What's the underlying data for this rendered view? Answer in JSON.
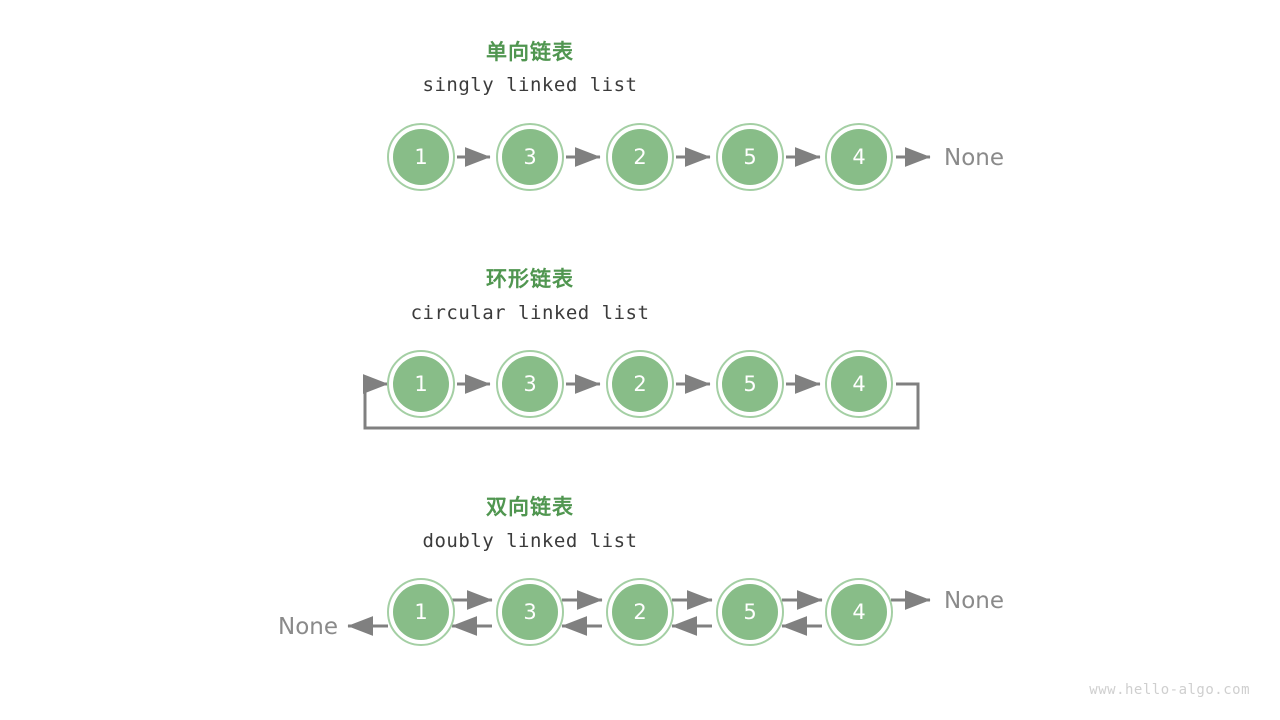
{
  "page": {
    "background": "#ffffff",
    "watermark": "www.hello-algo.com"
  },
  "colors": {
    "title_green": "#509650",
    "node_fill": "#88bd88",
    "node_ring": "#a4cfa4",
    "arrow_gray": "#808080",
    "subtitle_gray": "#3b3b3b",
    "none_gray": "#8a8a8a",
    "watermark_gray": "#cfcfcf"
  },
  "sections": [
    {
      "id": "singly",
      "title": "单向链表",
      "subtitle": "singly linked list",
      "nodes": [
        "1",
        "3",
        "2",
        "5",
        "4"
      ],
      "tail_terminator": "None",
      "head_terminator": null
    },
    {
      "id": "circular",
      "title": "环形链表",
      "subtitle": "circular linked list",
      "nodes": [
        "1",
        "3",
        "2",
        "5",
        "4"
      ],
      "tail_terminator": null,
      "head_terminator": null
    },
    {
      "id": "doubly",
      "title": "双向链表",
      "subtitle": "doubly linked list",
      "nodes": [
        "1",
        "3",
        "2",
        "5",
        "4"
      ],
      "tail_terminator": "None",
      "head_terminator": "None"
    }
  ]
}
